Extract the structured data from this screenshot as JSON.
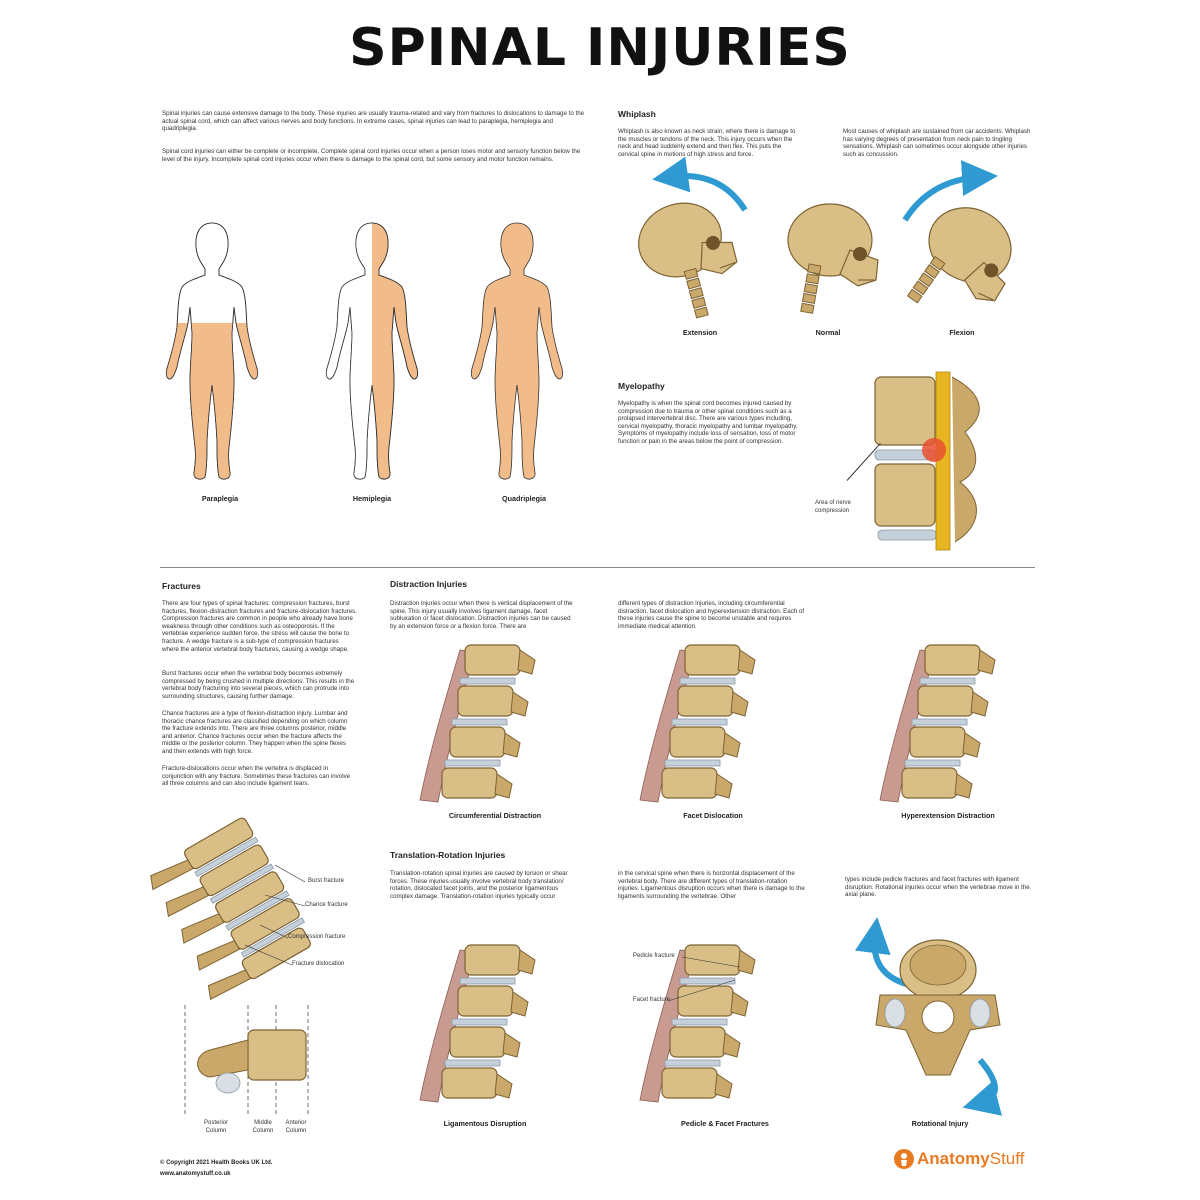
{
  "title": "SPINAL INJURIES",
  "intro": {
    "p1": "Spinal injuries can cause extensive damage to the body. These injuries are usually trauma-related and vary from fractures to dislocations to damage to the actual spinal cord, which can affect various nerves and body functions. In extreme cases, spinal injuries can lead to paraplegia, hemiplegia and quadriplegia.",
    "p2": "Spinal cord injuries can either be complete or incomplete. Complete spinal cord injuries occur when a person loses motor and sensory function below the level of the injury. Incomplete spinal cord injuries occur when there is damage to the spinal cord, but some sensory and motor function remains."
  },
  "bodies": {
    "paraplegia": "Paraplegia",
    "hemiplegia": "Hemiplegia",
    "quadriplegia": "Quadriplegia"
  },
  "whiplash": {
    "heading": "Whiplash",
    "text1": "Whiplash is also known as neck strain, where there is damage to the muscles or tendons of the neck. This injury occurs when the neck and head suddenly extend and then flex. This puts the cervical spine in motions of high stress and force.",
    "text2": "Most causes of whiplash are sustained from car accidents. Whiplash has varying degrees of presentation from neck pain to tingling sensations. Whiplash can sometimes occur alongside other injuries such as concussion.",
    "labels": {
      "extension": "Extension",
      "normal": "Normal",
      "flexion": "Flexion"
    }
  },
  "myelopathy": {
    "heading": "Myelopathy",
    "text": "Myelopathy is when the spinal cord becomes injured caused by compression due to trauma or other spinal conditions such as a prolapsed intervertebral disc. There are various types including, cervical myelopathy, thoracic myelopathy and lumbar myelopathy. Symptoms of myelopathy include loss of sensation, loss of motor function or pain in the areas below the point of compression.",
    "label": "Area of nerve compression"
  },
  "fractures": {
    "heading": "Fractures",
    "p1": "There are four types of spinal fractures: compression fractures, burst fractures, flexion-distraction fractures and fracture-dislocation fractures. Compression fractures are common in people who already have bone weakness through other conditions such as osteoporosis. If the vertebrae experience sudden force, the stress will cause the bone to fracture. A wedge fracture is a sub-type of compression fractures where the anterior vertebral body fractures, causing a wedge shape.",
    "p2": "Burst fractures occur when the vertebral body becomes extremely compressed by being crushed in multiple directions. This results in the vertebral body fracturing into several pieces, which can protrude into surrounding structures, causing further damage.",
    "p3": "Chance fractures are a type of flexion-distraction injury. Lumbar and thoracic chance fractures are classified depending on which column the fracture extends into. There are three columns posterior, middle and anterior. Chance fractures occur when the fracture affects the middle or the posterior column. They happen when the spine flexes and then extends with high force.",
    "p4": "Fracture-dislocations occur when the vertebra is displaced in conjunction with any fracture. Sometimes these fractures can involve all three columns and can also include ligament tears.",
    "labels": {
      "burst": "Burst fracture",
      "chance": "Chance fracture",
      "compression": "Compression fracture",
      "dislocation": "Fracture dislocation"
    },
    "columns": {
      "posterior": "Posterior Column",
      "middle": "Middle Column",
      "anterior": "Anterior Column"
    }
  },
  "distraction": {
    "heading": "Distraction Injuries",
    "text1": "Distraction injuries occur when there is vertical displacement of the spine. This injury usually involves ligament damage, facet subluxation or facet dislocation. Distraction injuries can be caused by an extension force or a flexion force. There are",
    "text2": "different types of distraction injuries, including circumferential distraction, facet dislocation and hyperextension distraction. Each of these injuries cause the spine to become unstable and requires immediate medical attention.",
    "captions": {
      "c1": "Circumferential Distraction",
      "c2": "Facet Dislocation",
      "c3": "Hyperextension Distraction"
    }
  },
  "translation": {
    "heading": "Translation-Rotation Injuries",
    "text1": "Translation-rotation spinal injuries are caused by torsion or shear forces. These injuries usually involve vertebral body translation/ rotation, dislocated facet joints, and the posterior ligamentous complex damage. Translation-rotation injuries typically occur",
    "text2": "in the cervical spine when there is horizontal displacement of the vertebral body. There are different types of translation-rotation injuries. Ligamentous disruption occurs when there is damage to the ligaments surrounding the vertebrae. Other",
    "text3": "types include pedicle fractures and facet fractures with ligament disruption. Rotational injuries occur when the vertebrae move in the axial plane.",
    "labels": {
      "pedicle": "Pedicle fracture",
      "facet": "Facet fracture"
    },
    "captions": {
      "c1": "Ligamentous Disruption",
      "c2": "Pedicle & Facet Fractures",
      "c3": "Rotational Injury"
    }
  },
  "footer": {
    "copyright": "© Copyright 2021 Health Books UK Ltd.",
    "url": "www.anatomystuff.co.uk",
    "logo_a": "Anatomy",
    "logo_b": "Stuff"
  },
  "colors": {
    "skin": "#f1bb8a",
    "bone": "#d9bf86",
    "arrow": "#2f9ad2",
    "logo": "#e87a22"
  }
}
